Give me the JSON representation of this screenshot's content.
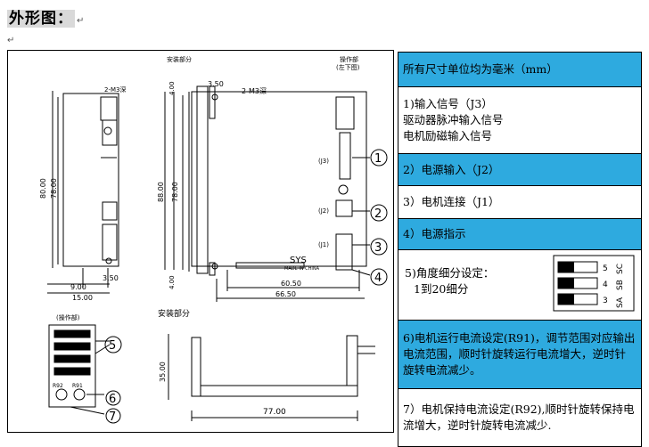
{
  "page": {
    "heading": "外形图：",
    "return_mark": "↵"
  },
  "drawing": {
    "install_top": "安装部分",
    "install_bottom": "安装部分",
    "operation_top": "操作部",
    "operation_top_sub": "(左下图)",
    "operation_small": "(操作部)",
    "screw_left": "2-M3深",
    "screw_right": "2-M3深",
    "dims": {
      "d_80": "80.00",
      "d_78_left": "78.00",
      "d_88": "88.00",
      "d_78_mid": "78.00",
      "d_9": "9.00",
      "d_15": "15.00",
      "d_3_5_a": "3.50",
      "d_3_5_b": "3.50",
      "d_4_top": "4.00",
      "d_4_bot": "4.00",
      "d_60_5": "60.50",
      "d_66_5": "66.50",
      "d_35": "35.00",
      "d_77": "77.00"
    },
    "labels": {
      "j3": "(J3)",
      "j2": "(J2)",
      "j1": "(J1)",
      "sys": "SYS",
      "made_in_china": "MADE IN CHINA",
      "r92": "R92",
      "r91": "R91"
    },
    "callouts": [
      "1",
      "2",
      "3",
      "4",
      "5",
      "6",
      "7"
    ]
  },
  "spec_table": {
    "unit_note": "所有尺寸单位均为毫米（mm）",
    "item1_lines": [
      "1)输入信号（J3）",
      "驱动器脉冲输入信号",
      "电机励磁输入信号"
    ],
    "item2": "2）电源输入（J2）",
    "item3": "3）电机连接（J1）",
    "item4": "4）电源指示",
    "item5_line1": "5)角度细分设定：",
    "item5_line2": "1到20细分",
    "dip_numbers": [
      "5",
      "4",
      "3"
    ],
    "dip_header": [
      "SC",
      "SB",
      "SA"
    ],
    "item6": "6)电机运行电流设定(R91)，调节范围对应输出电流范围，顺时针旋转运行电流增大，逆时针旋转电流减少。",
    "item7": "7）电机保持电流设定(R92),顺时针旋转保持电流增大，逆时针旋转电流减少."
  },
  "colors": {
    "row_highlight": "#2eaadf"
  }
}
